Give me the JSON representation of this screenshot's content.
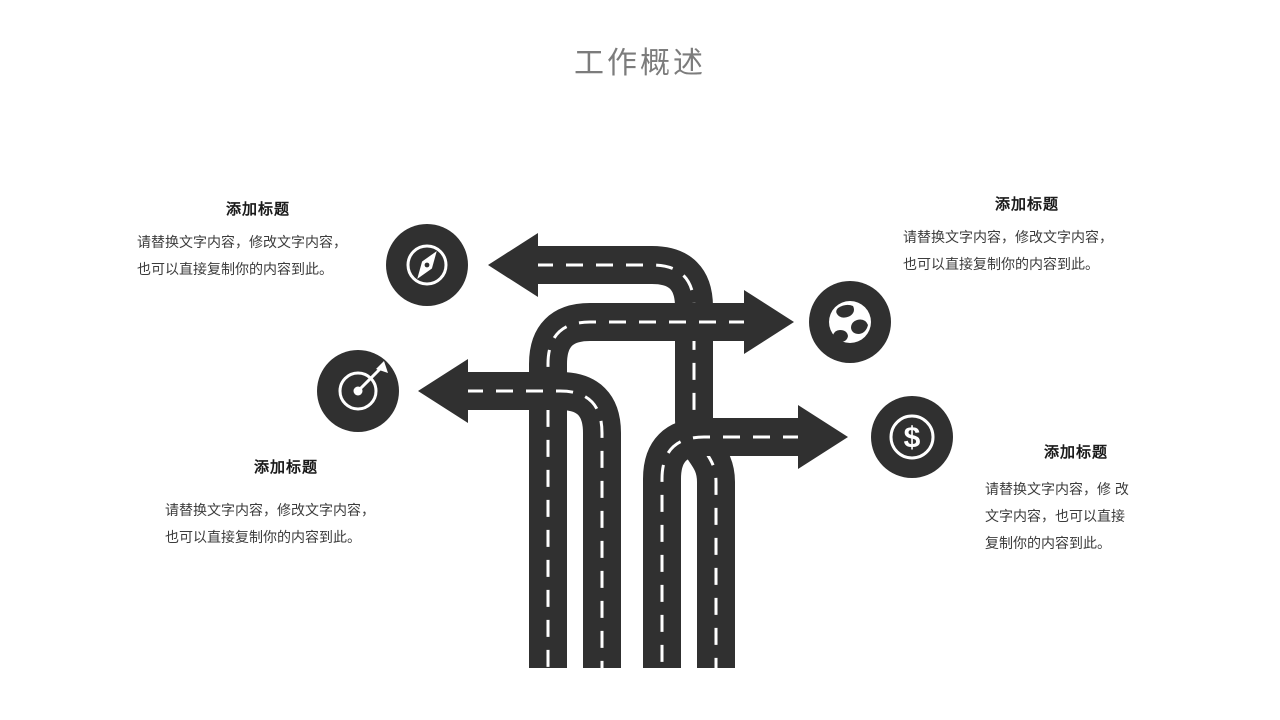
{
  "slide": {
    "title": "工作概述"
  },
  "colors": {
    "road": "#303030",
    "title_gray": "#7c7c7c",
    "heading": "#1a1a1a",
    "body_text": "#3c3c3c",
    "background": "#ffffff"
  },
  "icons": {
    "top_left": "compass-icon",
    "top_right": "globe-icon",
    "middle_left": "target-icon",
    "middle_right": "dollar-icon",
    "dollar_symbol": "$"
  },
  "blocks": {
    "top_left": {
      "heading": "添加标题",
      "lines": [
        "请替换文字内容，修改文字内容，",
        "也可以直接复制你的内容到此。"
      ]
    },
    "top_right": {
      "heading": "添加标题",
      "lines": [
        "请替换文字内容，修改文字内容，",
        "也可以直接复制你的内容到此。"
      ]
    },
    "bottom_left": {
      "heading": "添加标题",
      "lines": [
        "请替换文字内容，修改文字内容，",
        "也可以直接复制你的内容到此。"
      ]
    },
    "bottom_right": {
      "heading": "添加标题",
      "lines": [
        "请替换文字内容，修 改",
        "文字内容，也可以直接",
        "复制你的内容到此。"
      ]
    }
  }
}
